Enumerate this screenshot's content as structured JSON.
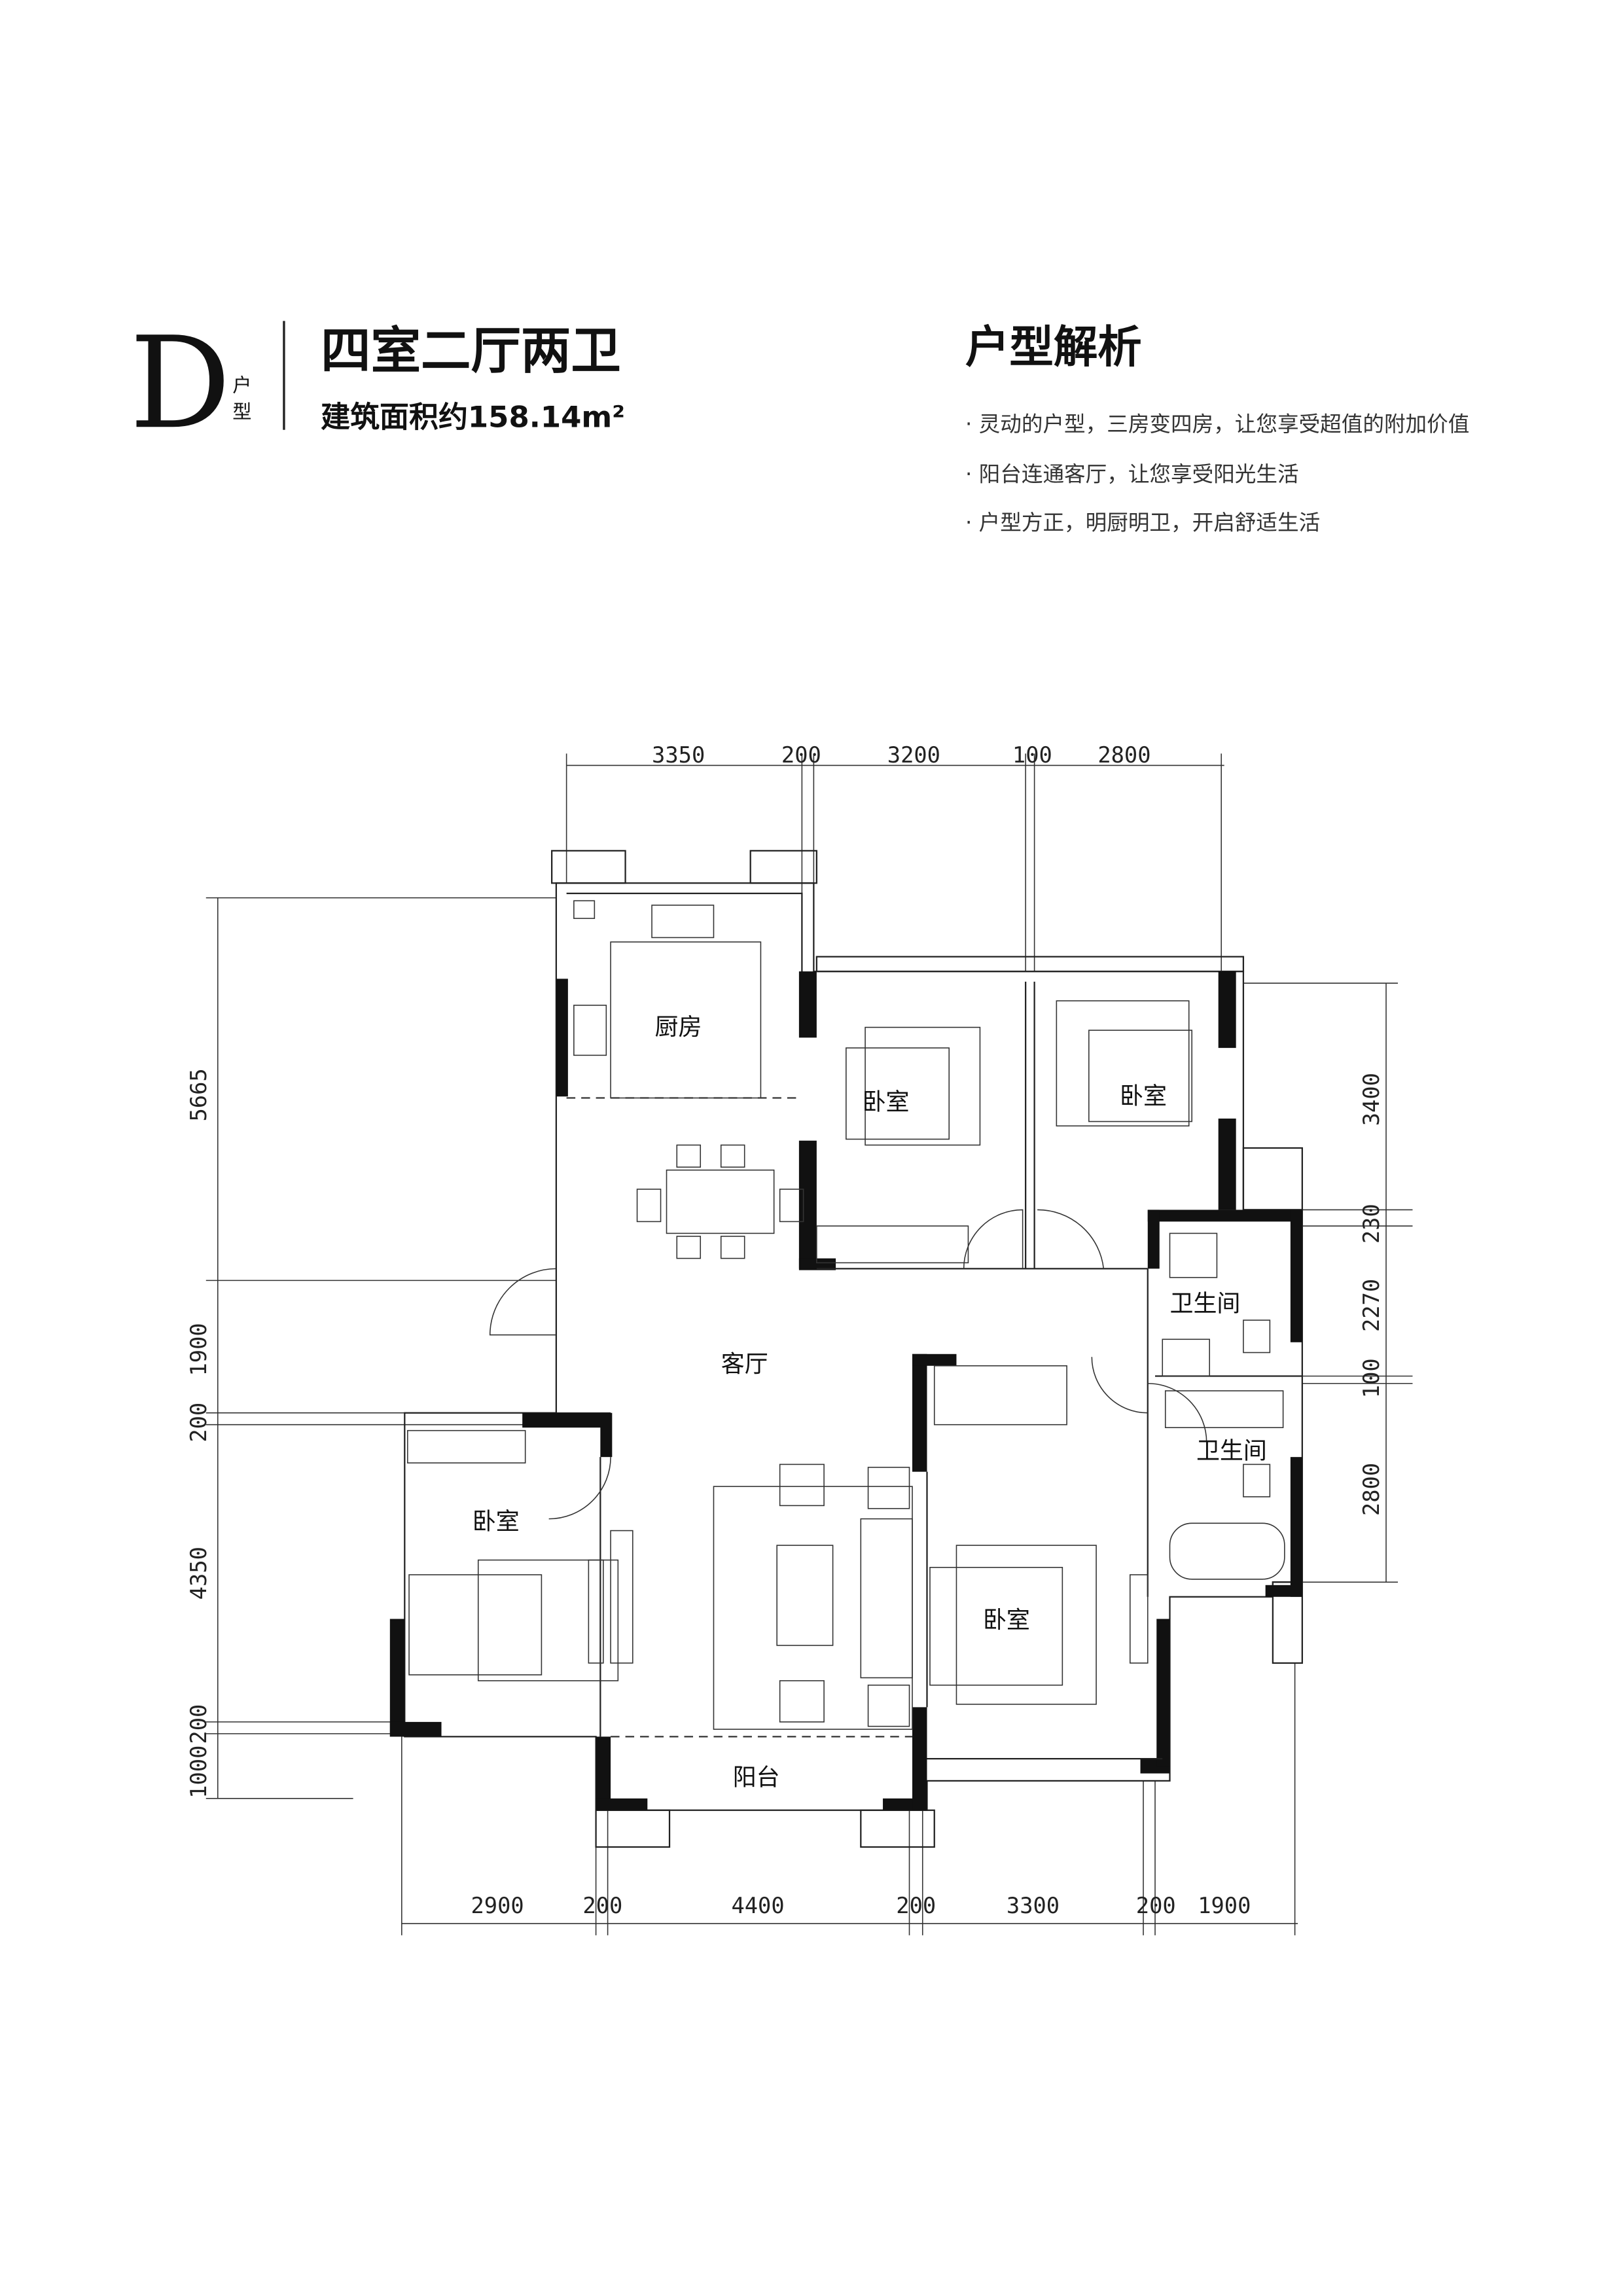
{
  "header": {
    "type_letter": "D",
    "type_suffix": "户型",
    "layout_title": "四室二厅两卫",
    "area_label": "建筑面积约158.14m²"
  },
  "analysis": {
    "title": "户型解析",
    "bullets": [
      "· 灵动的户型，三房变四房，让您享受超值的附加价值",
      "· 阳台连通客厅，让您享受阳光生活",
      "· 户型方正，明厨明卫，开启舒适生活"
    ]
  },
  "floorplan": {
    "rooms": {
      "kitchen": "厨房",
      "bedroom_top_left": "卧室",
      "bedroom_top_right": "卧室",
      "bathroom_top": "卫生间",
      "living_room": "客厅",
      "bathroom_bottom": "卫生间",
      "bedroom_left": "卧室",
      "bedroom_bottom_right": "卧室",
      "balcony": "阳台"
    },
    "dimensions": {
      "top": [
        "3350",
        "200",
        "3200",
        "100",
        "2800"
      ],
      "bottom": [
        "2900",
        "200",
        "4400",
        "200",
        "3300",
        "200",
        "1900"
      ],
      "left": [
        "5665",
        "1900",
        "200",
        "4350",
        "200",
        "1000"
      ],
      "right": [
        "3400",
        "230",
        "2270",
        "100",
        "2800"
      ]
    }
  }
}
